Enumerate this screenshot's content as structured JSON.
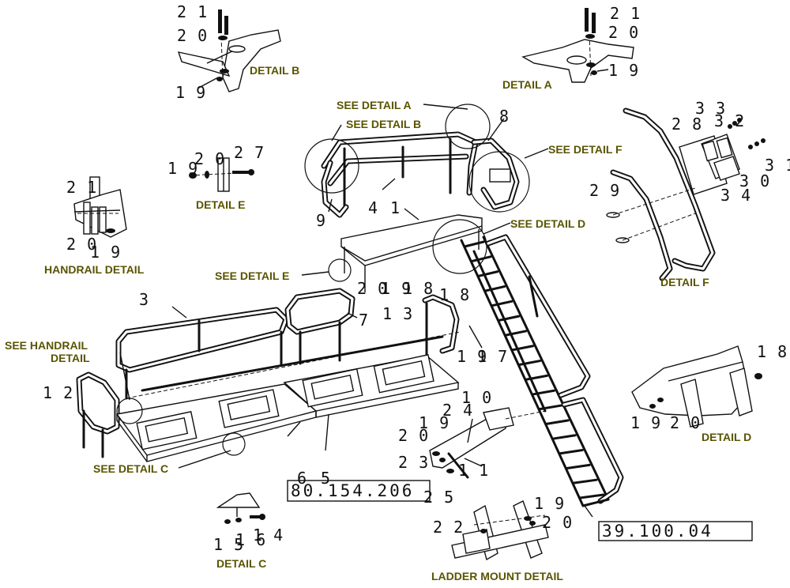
{
  "labels": {
    "detail_a": "DETAIL A",
    "detail_b": "DETAIL B",
    "detail_c": "DETAIL C",
    "detail_d": "DETAIL D",
    "detail_e": "DETAIL E",
    "detail_f": "DETAIL F",
    "handrail_detail": "HANDRAIL DETAIL",
    "ladder_mount_detail": "LADDER MOUNT DETAIL",
    "see_detail_a": "SEE DETAIL A",
    "see_detail_b": "SEE DETAIL B",
    "see_detail_c": "SEE DETAIL C",
    "see_detail_d": "SEE DETAIL D",
    "see_detail_e": "SEE DETAIL E",
    "see_detail_f": "SEE DETAIL F",
    "see_handrail_line1": "SEE HANDRAIL",
    "see_handrail_line2": "DETAIL"
  },
  "part_numbers": [
    "80.154.206",
    "39.100.04"
  ],
  "callouts": [
    {
      "id": "b-21",
      "text": "2 1"
    },
    {
      "id": "b-20",
      "text": "2 0"
    },
    {
      "id": "b-19",
      "text": "1 9"
    },
    {
      "id": "a-21",
      "text": "2 1"
    },
    {
      "id": "a-20",
      "text": "2 0"
    },
    {
      "id": "a-19",
      "text": "1 9"
    },
    {
      "id": "item-8",
      "text": "8"
    },
    {
      "id": "f-33a",
      "text": "3 3"
    },
    {
      "id": "f-28",
      "text": "2 8"
    },
    {
      "id": "f-32",
      "text": "3 2"
    },
    {
      "id": "f-31",
      "text": "3 1"
    },
    {
      "id": "f-30",
      "text": "3 0"
    },
    {
      "id": "f-34",
      "text": "3 4"
    },
    {
      "id": "f-29",
      "text": "2 9"
    },
    {
      "id": "e-19",
      "text": "1 9"
    },
    {
      "id": "e-20",
      "text": "2 0"
    },
    {
      "id": "e-27",
      "text": "2 7"
    },
    {
      "id": "h-21",
      "text": "2 1"
    },
    {
      "id": "h-20",
      "text": "2 0"
    },
    {
      "id": "h-19",
      "text": "1 9"
    },
    {
      "id": "item-9",
      "text": "9"
    },
    {
      "id": "item-4",
      "text": "4"
    },
    {
      "id": "item-1",
      "text": "1"
    },
    {
      "id": "plat-20",
      "text": "2 0"
    },
    {
      "id": "plat-19",
      "text": "1 9"
    },
    {
      "id": "plat-18",
      "text": "1 8"
    },
    {
      "id": "item-3",
      "text": "3"
    },
    {
      "id": "item-7",
      "text": "7"
    },
    {
      "id": "item-13",
      "text": "1 3"
    },
    {
      "id": "lad-18",
      "text": "1 8"
    },
    {
      "id": "lad-19",
      "text": "1 9"
    },
    {
      "id": "lad-17",
      "text": "1 7"
    },
    {
      "id": "item-12",
      "text": "1 2"
    },
    {
      "id": "item-10",
      "text": "1 0"
    },
    {
      "id": "br-19",
      "text": "1 9"
    },
    {
      "id": "br-24",
      "text": "2 4"
    },
    {
      "id": "br-20",
      "text": "2 0"
    },
    {
      "id": "br-23",
      "text": "2 3"
    },
    {
      "id": "item-11",
      "text": "1 1"
    },
    {
      "id": "br-25",
      "text": "2 5"
    },
    {
      "id": "item-6",
      "text": "6"
    },
    {
      "id": "item-5",
      "text": "5"
    },
    {
      "id": "d-18",
      "text": "1 8"
    },
    {
      "id": "d-19",
      "text": "1 9"
    },
    {
      "id": "d-20",
      "text": "2 0"
    },
    {
      "id": "c-15",
      "text": "1 5"
    },
    {
      "id": "c-16",
      "text": "1 6"
    },
    {
      "id": "c-14",
      "text": "1 4"
    },
    {
      "id": "lm-19",
      "text": "1 9"
    },
    {
      "id": "lm-22",
      "text": "2 2"
    },
    {
      "id": "lm-20",
      "text": "2 0"
    }
  ]
}
